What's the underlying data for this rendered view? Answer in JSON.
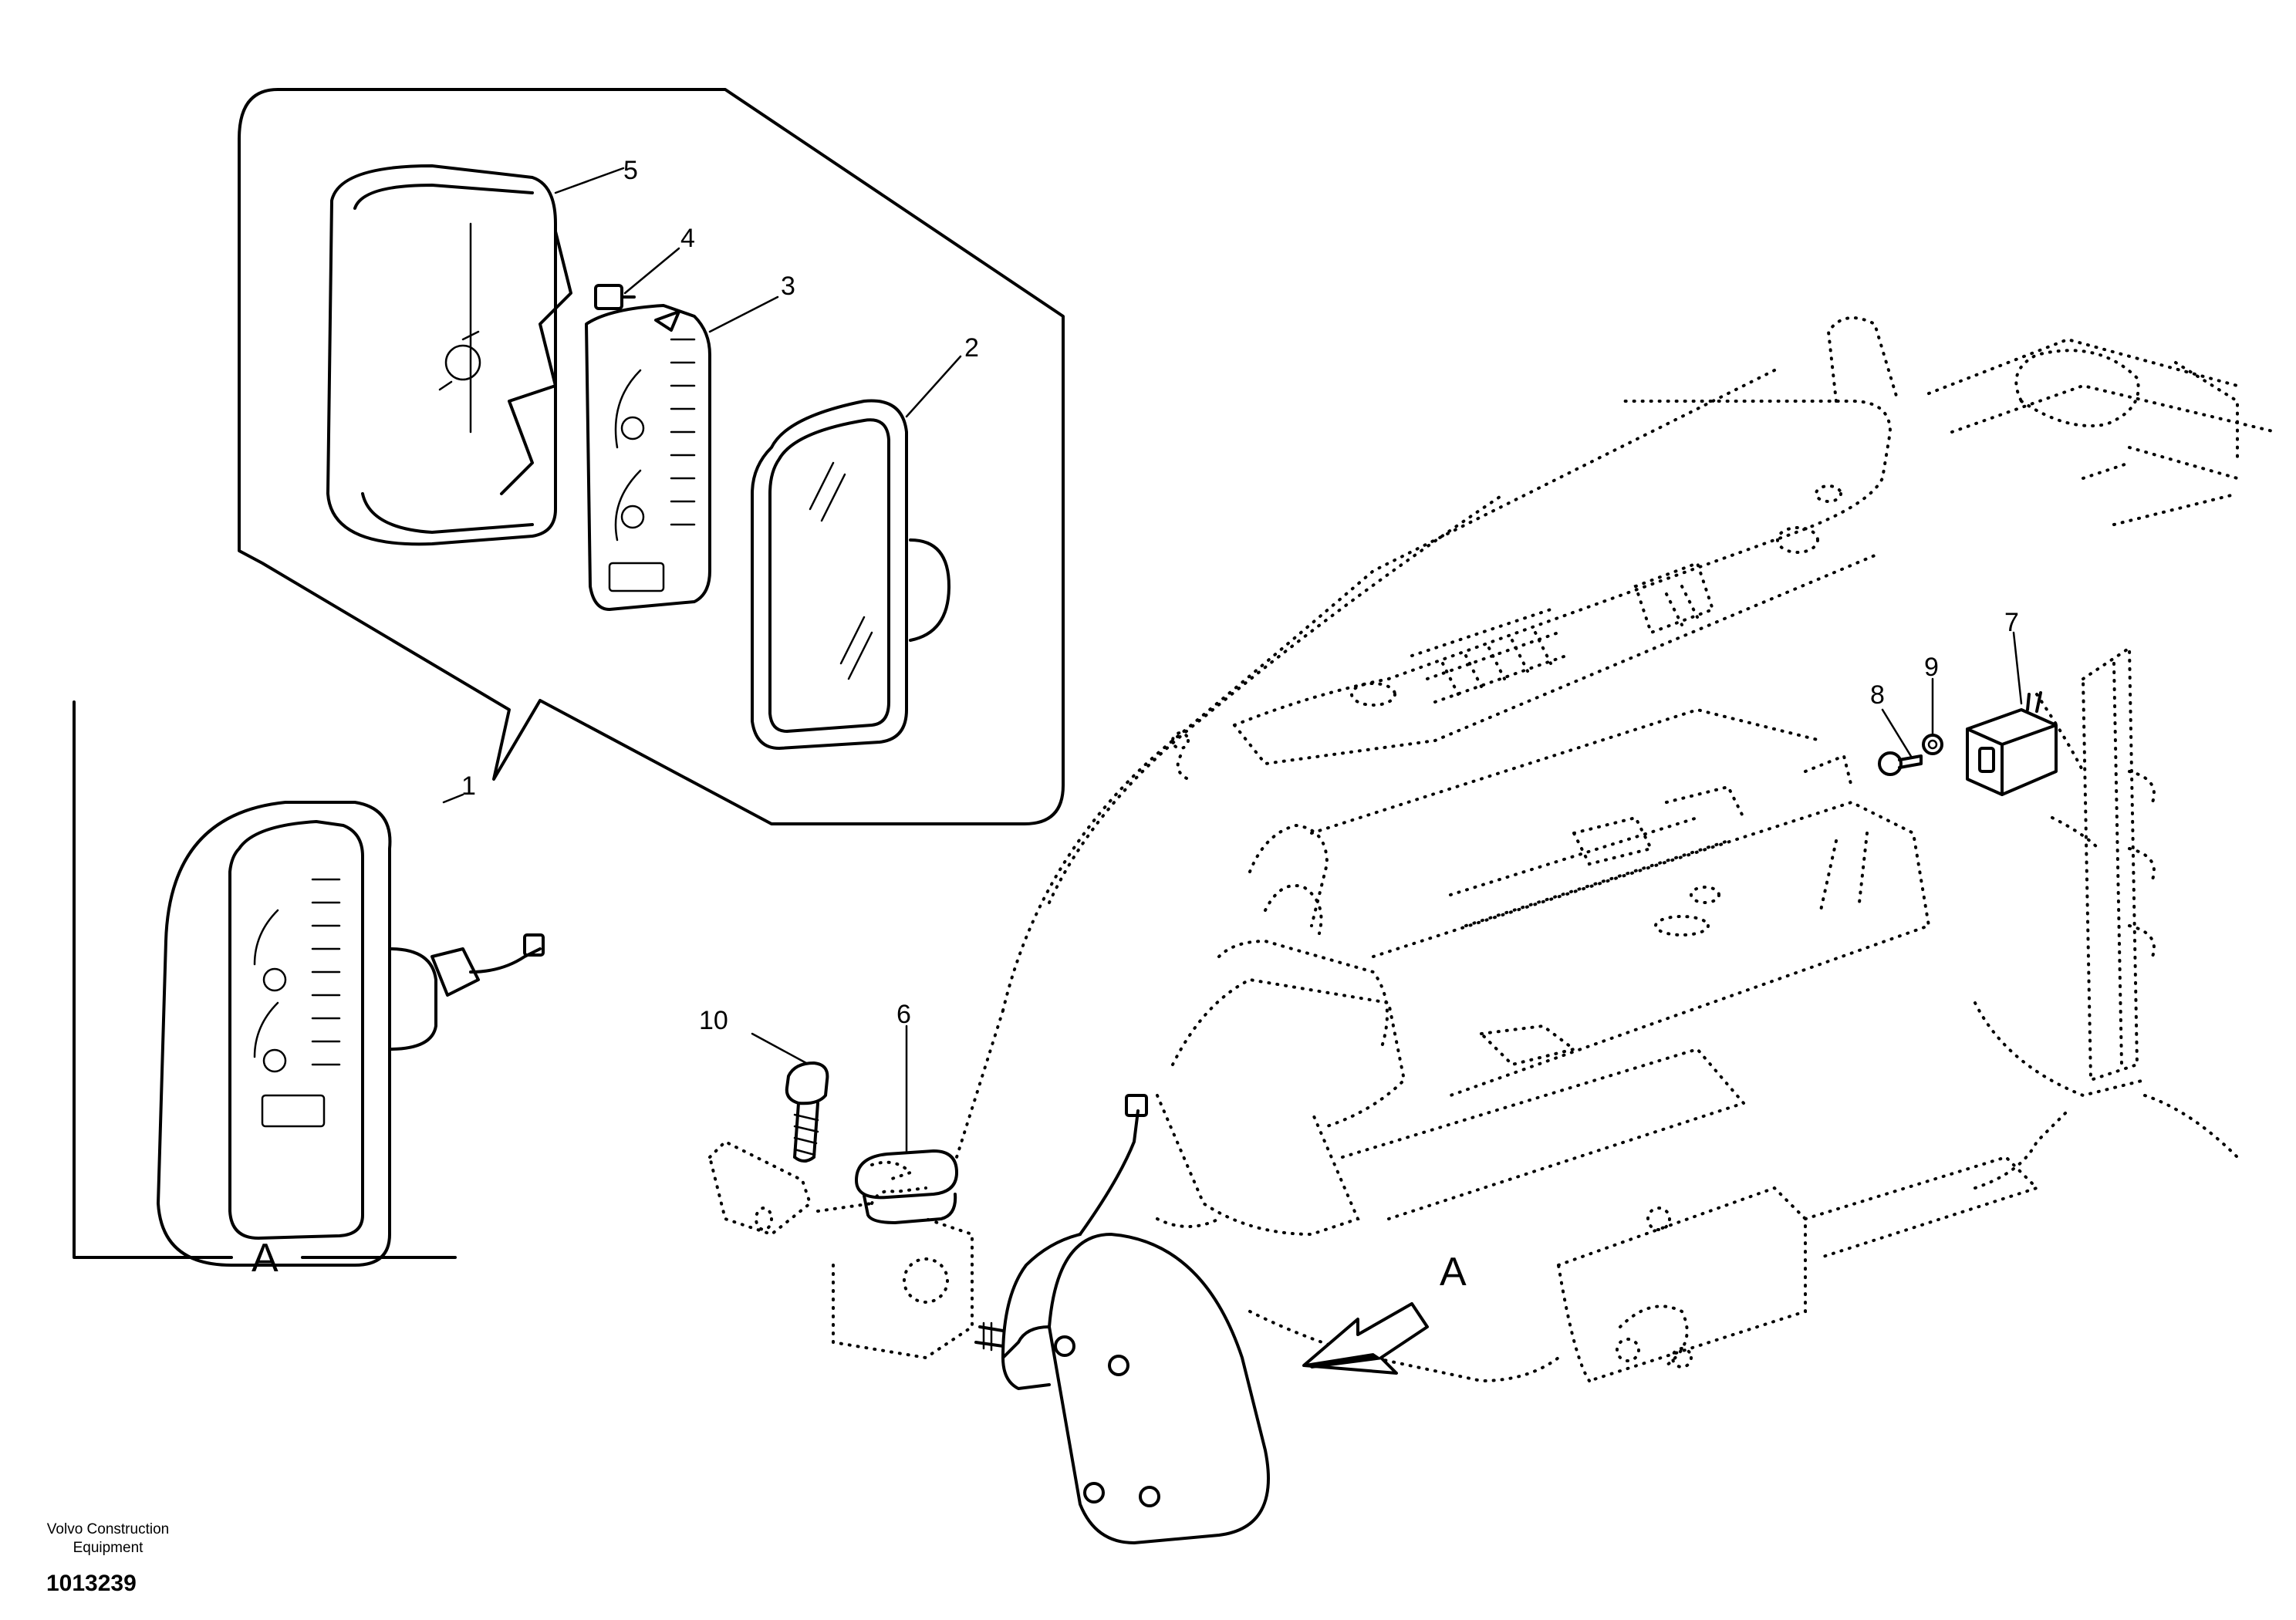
{
  "diagram": {
    "callouts": [
      "1",
      "2",
      "3",
      "4",
      "5",
      "6",
      "7",
      "8",
      "9",
      "10"
    ],
    "view_label": "A",
    "direction_arrow_label": "A"
  },
  "footer": {
    "brand_line1": "Volvo Construction",
    "brand_line2": "Equipment",
    "drawing_number": "1013239"
  }
}
